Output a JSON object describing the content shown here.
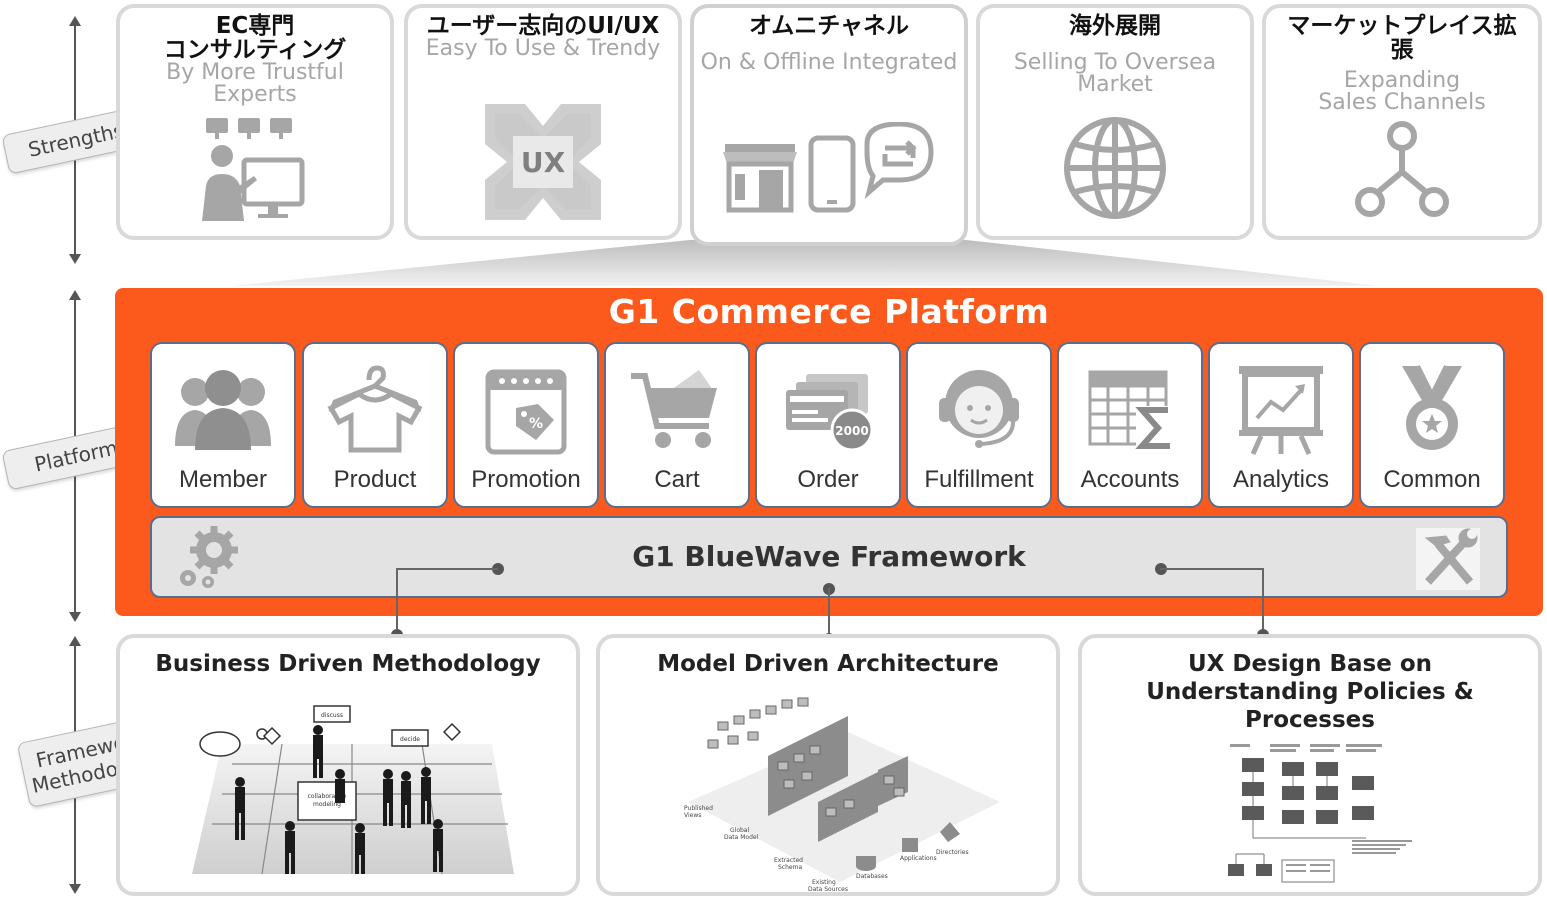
{
  "side_labels": {
    "strengths": "Strengths",
    "platform": "Platform",
    "framework_line1": "Framework",
    "framework_line2": "Methodology"
  },
  "strengths": [
    {
      "title": "EC専門\nコンサルティング",
      "subtitle": "By More Trustful\nExperts",
      "icon": "consultant-icon"
    },
    {
      "title": "ユーザー志向のUI/UX",
      "subtitle": "Easy To Use & Trendy",
      "icon": "ux-icon",
      "icon_text": "UX"
    },
    {
      "title": "オムニチャネル",
      "subtitle": "On & Offline Integrated",
      "icon": "omnichannel-icon"
    },
    {
      "title": "海外展開",
      "subtitle": "Selling To Oversea\nMarket",
      "icon": "globe-icon"
    },
    {
      "title": "マーケットプレイス拡\n張",
      "subtitle": "Expanding\nSales Channels",
      "icon": "network-icon"
    }
  ],
  "platform": {
    "title": "G1 Commerce Platform",
    "modules": [
      {
        "label": "Member",
        "icon": "members-icon"
      },
      {
        "label": "Product",
        "icon": "shirt-icon"
      },
      {
        "label": "Promotion",
        "icon": "promotion-calendar-icon"
      },
      {
        "label": "Cart",
        "icon": "cart-icon"
      },
      {
        "label": "Order",
        "icon": "order-icon",
        "badge": "2000"
      },
      {
        "label": "Fulfillment",
        "icon": "headset-icon"
      },
      {
        "label": "Accounts",
        "icon": "spreadsheet-sum-icon"
      },
      {
        "label": "Analytics",
        "icon": "chart-board-icon"
      },
      {
        "label": "Common",
        "icon": "medal-icon"
      }
    ],
    "framework": "G1 BlueWave Framework"
  },
  "methodology": [
    {
      "title": "Business Driven Methodology",
      "image": "collaborative-modeling-illustration",
      "image_texts": [
        "collaborative\nmodeling",
        "discuss",
        "decide"
      ]
    },
    {
      "title": "Model Driven Architecture",
      "image": "data-architecture-illustration",
      "image_texts": [
        "Published\nViews",
        "Global\nData Model",
        "Extracted\nSchema",
        "Existing\nData Sources",
        "Databases",
        "Applications",
        "Directories"
      ]
    },
    {
      "title": "UX Design Base on\nUnderstanding Policies & Processes",
      "image": "process-flow-illustration"
    }
  ],
  "colors": {
    "platform": "#fc5a1d",
    "card_border": "#d9d9d9",
    "module_border": "#5a6e8c",
    "icon_gray": "#a6a6a6"
  }
}
